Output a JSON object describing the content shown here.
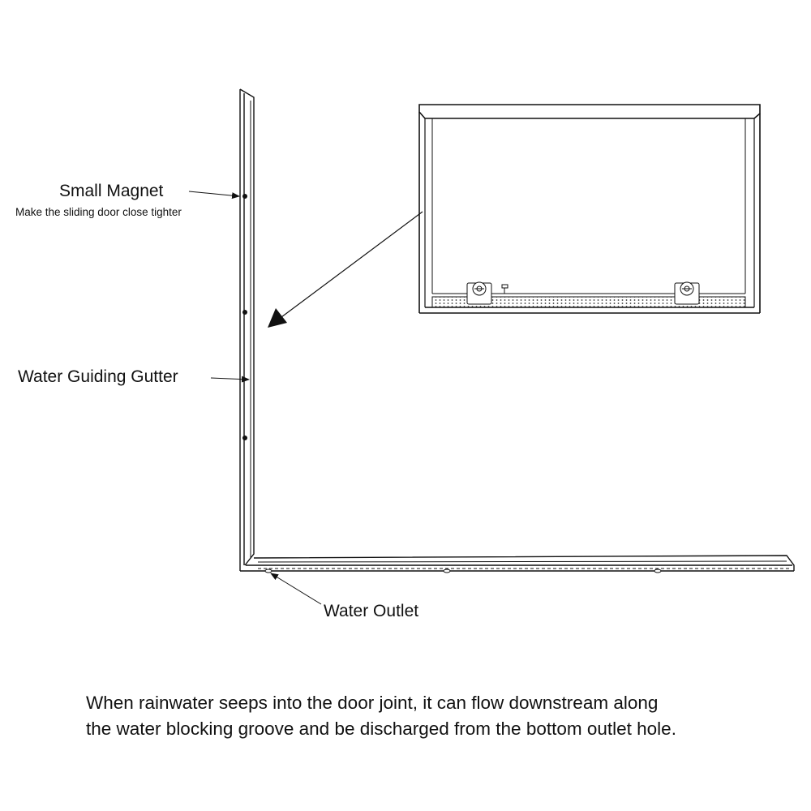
{
  "labels": {
    "small_magnet": "Small Magnet",
    "small_magnet_note": "Make the sliding door close tighter",
    "water_guiding_gutter": "Water Guiding Gutter",
    "water_outlet": "Water Outlet"
  },
  "caption": {
    "line1": "When rainwater seeps into the door joint, it can flow downstream along",
    "line2": "the water blocking groove and be discharged from the bottom outlet hole."
  },
  "colors": {
    "line": "#111111",
    "background": "#ffffff"
  }
}
